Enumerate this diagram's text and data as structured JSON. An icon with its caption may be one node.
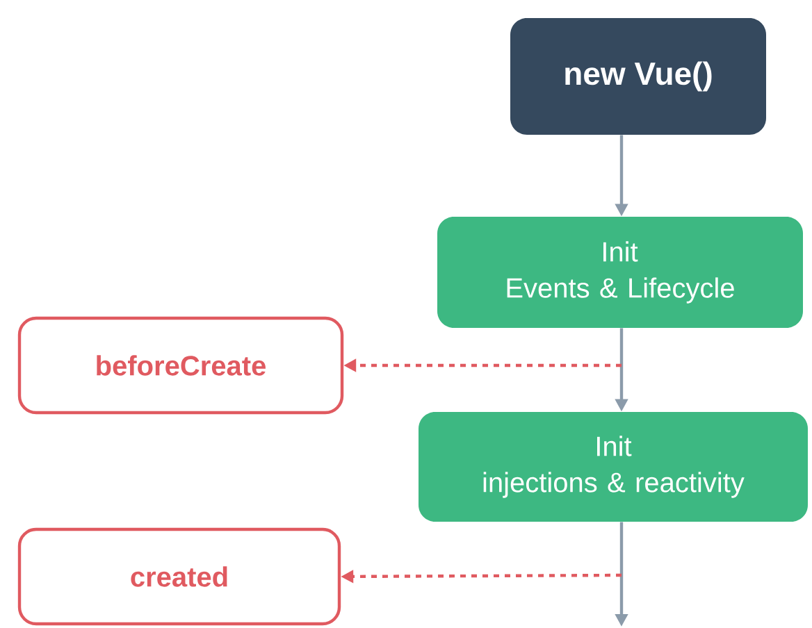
{
  "diagram": {
    "nodes": [
      {
        "text": [
          "new Vue()"
        ]
      },
      {
        "text": [
          "Init Events & Lifecycle"
        ]
      },
      {
        "text": [
          "beforeCreate"
        ]
      },
      {
        "text": [
          "Init injections & reactivity"
        ]
      },
      {
        "text": [
          "created"
        ]
      }
    ],
    "edges": [
      {
        "from": 0,
        "to": 1,
        "arrow": "to"
      },
      {
        "from": 1,
        "to": 3,
        "arrow": "to"
      },
      {
        "from": null,
        "to": 2,
        "arrow": "to",
        "style": "dashed",
        "color": "#e05a60"
      },
      {
        "from": 3,
        "to": null,
        "arrow": "to"
      },
      {
        "from": null,
        "to": 4,
        "arrow": "to",
        "style": "dashed",
        "color": "#e05a60"
      }
    ]
  }
}
